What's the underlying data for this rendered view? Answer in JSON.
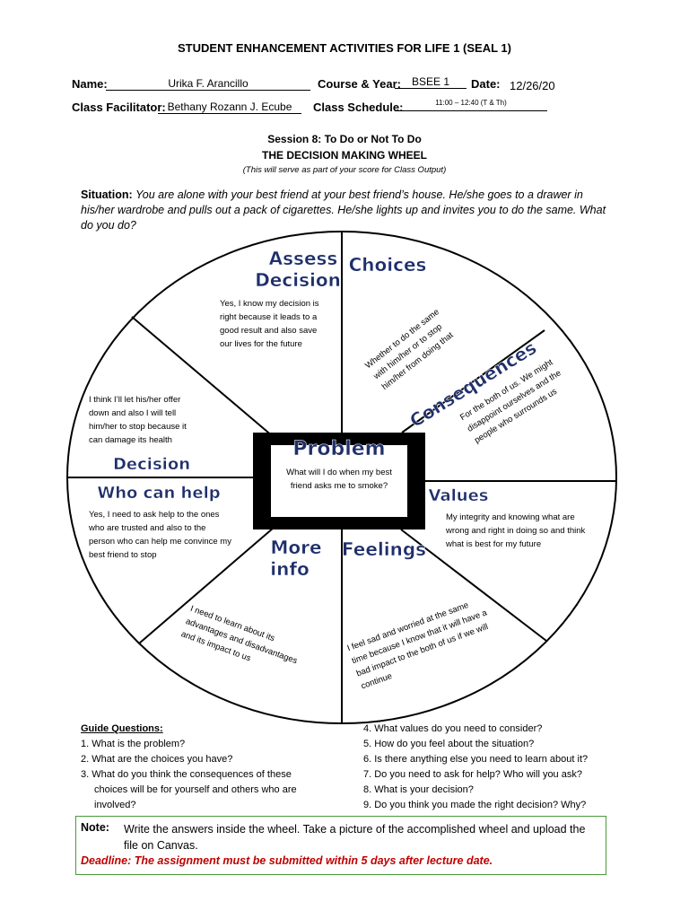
{
  "header": {
    "title": "STUDENT ENHANCEMENT ACTIVITIES FOR LIFE 1 (SEAL 1)",
    "name_label": "Name:",
    "name_value": "Urika F. Arancillo",
    "course_label": "Course & Year:",
    "course_value": "BSEE 1",
    "date_label": "Date:",
    "date_value": "12/26/20",
    "facilitator_label": "Class Facilitator:",
    "facilitator_value": "Bethany Rozann J. Ecube",
    "schedule_label": "Class Schedule:",
    "schedule_value": "11:00 – 12:40 (T & Th)"
  },
  "session": {
    "title": "Session 8: To Do or Not To Do",
    "subtitle": "THE DECISION MAKING WHEEL",
    "note": "(This will serve as part of your score for Class Output)"
  },
  "situation": {
    "label": "Situation:",
    "text": "You are alone with your best friend at your best friend’s house. He/she goes to a drawer in his/her wardrobe and pulls out a pack of cigarettes. He/she lights up and invites you to do the same. What do you do?"
  },
  "wheel": {
    "labels": {
      "assess_1": "Assess",
      "assess_2": "Decision",
      "choices": "Choices",
      "consequences": "Consequences",
      "decision": "Decision",
      "who_can_help": "Who can help",
      "values": "Values",
      "more_1": "More",
      "more_2": "info",
      "feelings": "Feelings",
      "problem": "Problem"
    },
    "answers": {
      "assess": "Yes, I know my decision is right because it leads to a good result and also save our lives for the future",
      "choices": "Whether to do the same with him/her or to stop him/her from doing that",
      "consequences": "For the both of us. We might disappoint ourselves and the people who surrounds us",
      "decision": "I think I’ll let his/her offer down and also I will tell him/her to stop because it can damage its health",
      "who_can_help": "Yes, I need to ask help to the ones who are trusted and also to the person who can help me convince my best friend to stop",
      "values": "My integrity and knowing what are wrong and right in doing so and think what is best for my future",
      "more_info": "I need to learn about its advantages and disadvantages and its impact to us",
      "feelings": "I feel sad and worried at the same time because I know that it will have a bad impact to the both of us if we will continue",
      "problem": "What will I do when my best friend asks me to smoke?"
    }
  },
  "guide": {
    "title": "Guide Questions:",
    "left": [
      "1.  What is the problem?",
      "2.  What are the choices you have?",
      "3.  What do you think the consequences of these",
      "choices will be for yourself and others who are",
      "involved?"
    ],
    "right": [
      "4.  What values do you need to consider?",
      "5.  How do you feel about the situation?",
      "6.  Is there anything else you need to learn about it?",
      "7.  Do you need to ask for help? Who will you ask?",
      "8.  What is your decision?",
      "9.  Do you think you made the right decision? Why?"
    ]
  },
  "note": {
    "label": "Note:",
    "text": "Write the answers inside the wheel. Take a picture of the accomplished wheel and upload the file on Canvas.",
    "deadline": "Deadline: The assignment must be submitted within 5 days after lecture date."
  },
  "colors": {
    "label_blue": "#1f2f6b",
    "deadline_red": "#c00000",
    "note_border": "#4a9a3a"
  }
}
